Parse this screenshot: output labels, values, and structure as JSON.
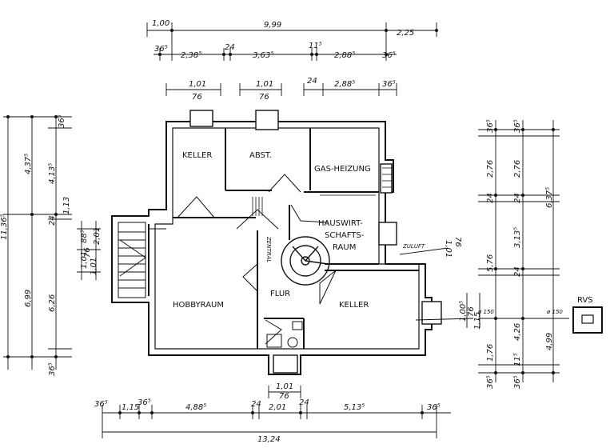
{
  "rooms": {
    "keller_nw": "KELLER",
    "abst": "ABST.",
    "gas_heizung": "GAS-HEIZUNG",
    "hauswirt_1": "HAUSWIRT-",
    "hauswirt_2": "SCHAFTS-",
    "hauswirt_3": "RAUM",
    "hobbyraum": "HOBBYRAUM",
    "flur": "FLUR",
    "keller_se": "KELLER",
    "rvs": "RVS"
  },
  "notes": {
    "zuluft": "ZULUFT",
    "zentral": "ZENTRAL",
    "pipe_1": "ø 150",
    "pipe_2": "ø 150"
  },
  "top_dims": {
    "row1": [
      "1,00",
      "9,99",
      "2,25"
    ],
    "row2": [
      "36⁵",
      "2,38⁵",
      "24",
      "3,63⁵",
      "11⁵",
      "2,88⁵",
      "36⁵"
    ],
    "row3_a": [
      "1,01",
      "76"
    ],
    "row3_b": [
      "1,01",
      "76"
    ],
    "row3_c": [
      "24",
      "2,88⁵",
      "36⁵"
    ]
  },
  "bottom_dims": {
    "row1": [
      "36⁵",
      "1,15",
      "36⁵",
      "4,88⁵",
      "24",
      "2,01",
      "24",
      "5,13⁵",
      "36⁵"
    ],
    "total": "13,24",
    "door": [
      "1,01",
      "76"
    ]
  },
  "left_dims": {
    "outer": "11,36⁵",
    "mid_a": "4,37⁵",
    "mid_b": "6,99",
    "inner": [
      "36⁵",
      "4,13⁵",
      "24",
      "1,13",
      "6,26",
      "36⁵"
    ],
    "small": [
      "88⁵",
      "2,01",
      "1,01",
      "76",
      "1,01"
    ]
  },
  "right_dims": {
    "col1": [
      "36⁵",
      "2,76",
      "24",
      "5,76",
      "1,76",
      "36⁵"
    ],
    "col2": [
      "36⁵",
      "2,76",
      "24",
      "3,13⁵",
      "24",
      "4,26",
      "11⁵",
      "36⁵"
    ],
    "col3": [
      "6,37⁵",
      "4,99"
    ],
    "small": [
      "1,01",
      "76",
      "1,00⁵",
      "76",
      "1,15"
    ]
  }
}
